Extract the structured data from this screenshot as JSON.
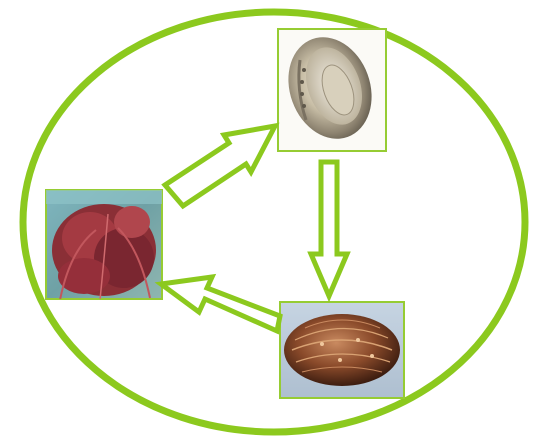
{
  "diagram": {
    "description_free": true,
    "colors": {
      "cycle_green": "#8cc91e",
      "frame_green": "#96cc33",
      "arrow_fill": "#ffffff",
      "background": "#ffffff"
    },
    "nodes": [
      {
        "id": "abalone",
        "icon": "abalone-photo-icon"
      },
      {
        "id": "sea-cucumber",
        "icon": "sea-cucumber-photo-icon"
      },
      {
        "id": "seaweed",
        "icon": "red-seaweed-photo-icon"
      }
    ],
    "edges": [
      {
        "from": "abalone",
        "to": "sea-cucumber"
      },
      {
        "from": "sea-cucumber",
        "to": "seaweed"
      },
      {
        "from": "seaweed",
        "to": "abalone"
      }
    ]
  }
}
